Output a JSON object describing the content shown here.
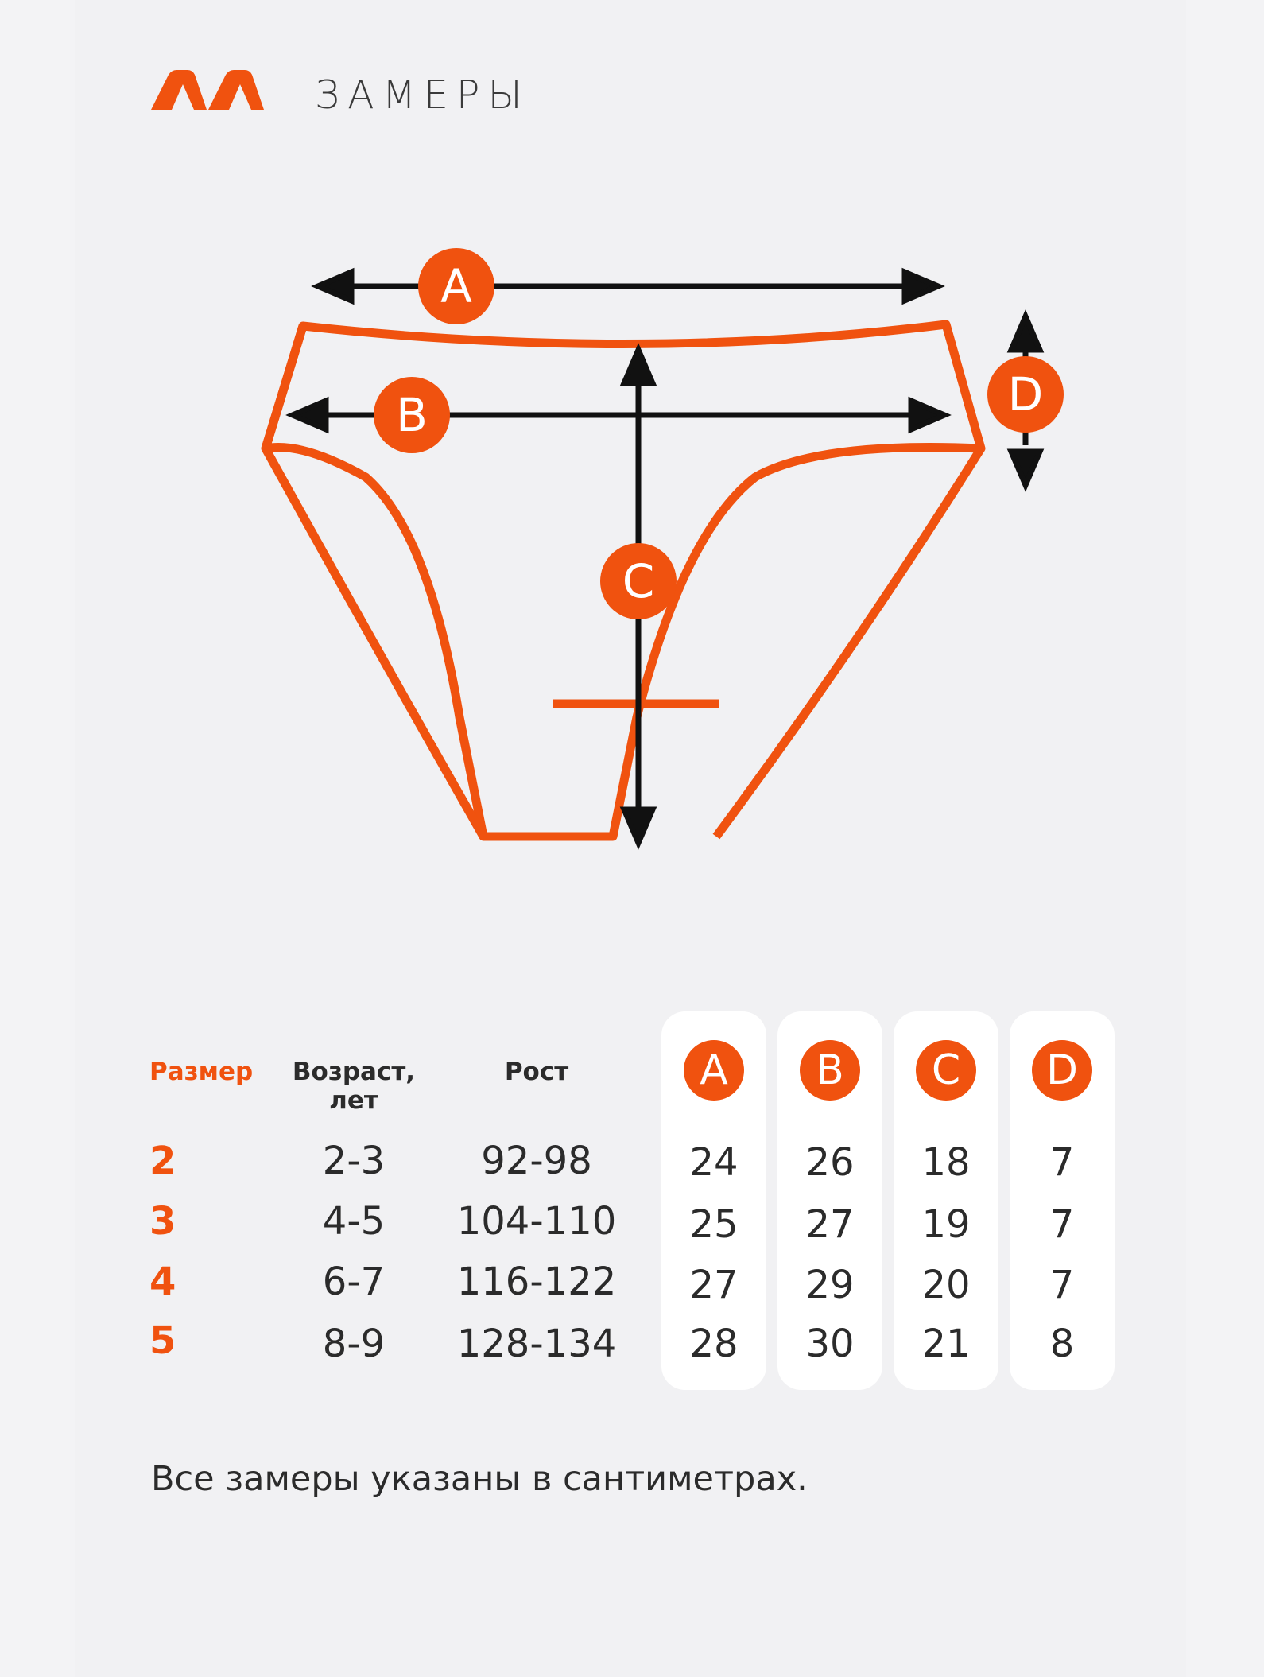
{
  "header": {
    "title": "ЗАМЕРЫ",
    "brand_color": "#f0520f"
  },
  "diagram": {
    "labels": [
      "A",
      "B",
      "C",
      "D"
    ],
    "outline_color": "#f0520f",
    "arrow_color": "#111111"
  },
  "table": {
    "headers": {
      "size": "Размер",
      "age_line1": "Возраст,",
      "age_line2": "лет",
      "height": "Рост",
      "measures": [
        "A",
        "B",
        "C",
        "D"
      ]
    },
    "rows": [
      {
        "size": "2",
        "age": "2-3",
        "height": "92-98",
        "A": "24",
        "B": "26",
        "C": "18",
        "D": "7"
      },
      {
        "size": "3",
        "age": "4-5",
        "height": "104-110",
        "A": "25",
        "B": "27",
        "C": "19",
        "D": "7"
      },
      {
        "size": "4",
        "age": "6-7",
        "height": "116-122",
        "A": "27",
        "B": "29",
        "C": "20",
        "D": "7"
      },
      {
        "size": "5",
        "age": "8-9",
        "height": "128-134",
        "A": "28",
        "B": "30",
        "C": "21",
        "D": "8"
      }
    ]
  },
  "footnote": "Все замеры указаны в сантиметрах."
}
